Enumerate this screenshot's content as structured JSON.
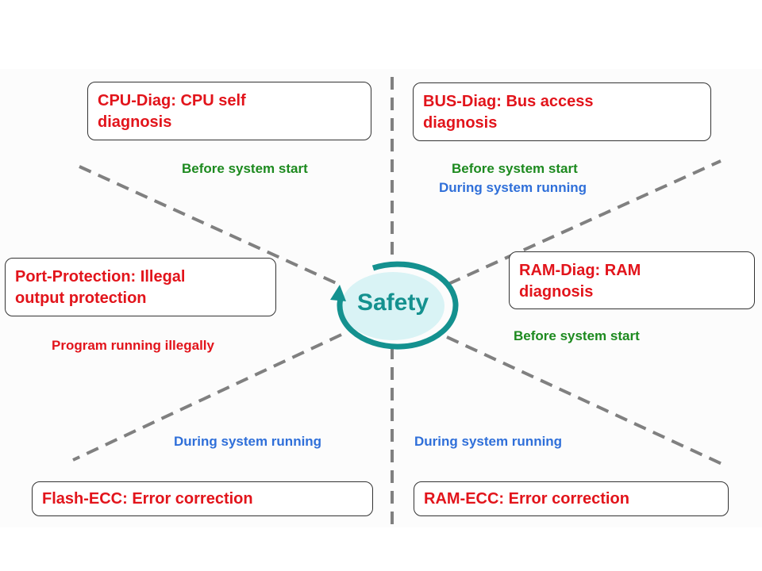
{
  "center_title": "Safety",
  "boxes": {
    "cpu_diag": {
      "line1": "CPU-Diag: CPU self",
      "line2": "diagnosis"
    },
    "bus_diag": {
      "line1": "BUS-Diag: Bus access",
      "line2": "diagnosis"
    },
    "port_protection": {
      "line1": "Port-Protection: Illegal",
      "line2": "output protection"
    },
    "ram_diag": {
      "line1": "RAM-Diag: RAM",
      "line2": "diagnosis"
    },
    "flash_ecc": {
      "line1": "Flash-ECC: Error correction"
    },
    "ram_ecc": {
      "line1": "RAM-ECC: Error correction"
    }
  },
  "notes": {
    "cpu_diag_when": "Before system start",
    "bus_diag_when_1": "Before system start",
    "bus_diag_when_2": "During system running",
    "port_protection_when": "Program running illegally",
    "ram_diag_when": "Before system start",
    "flash_ecc_when": "During system running",
    "ram_ecc_when": "During system running"
  },
  "colors": {
    "box_text": "#e2141b",
    "before_start": "#1d8a1f",
    "during_running": "#2f6fd9",
    "illegal": "#e2141b",
    "center": "#14918f",
    "center_fill": "#d9f3f5",
    "divider": "#808080"
  }
}
